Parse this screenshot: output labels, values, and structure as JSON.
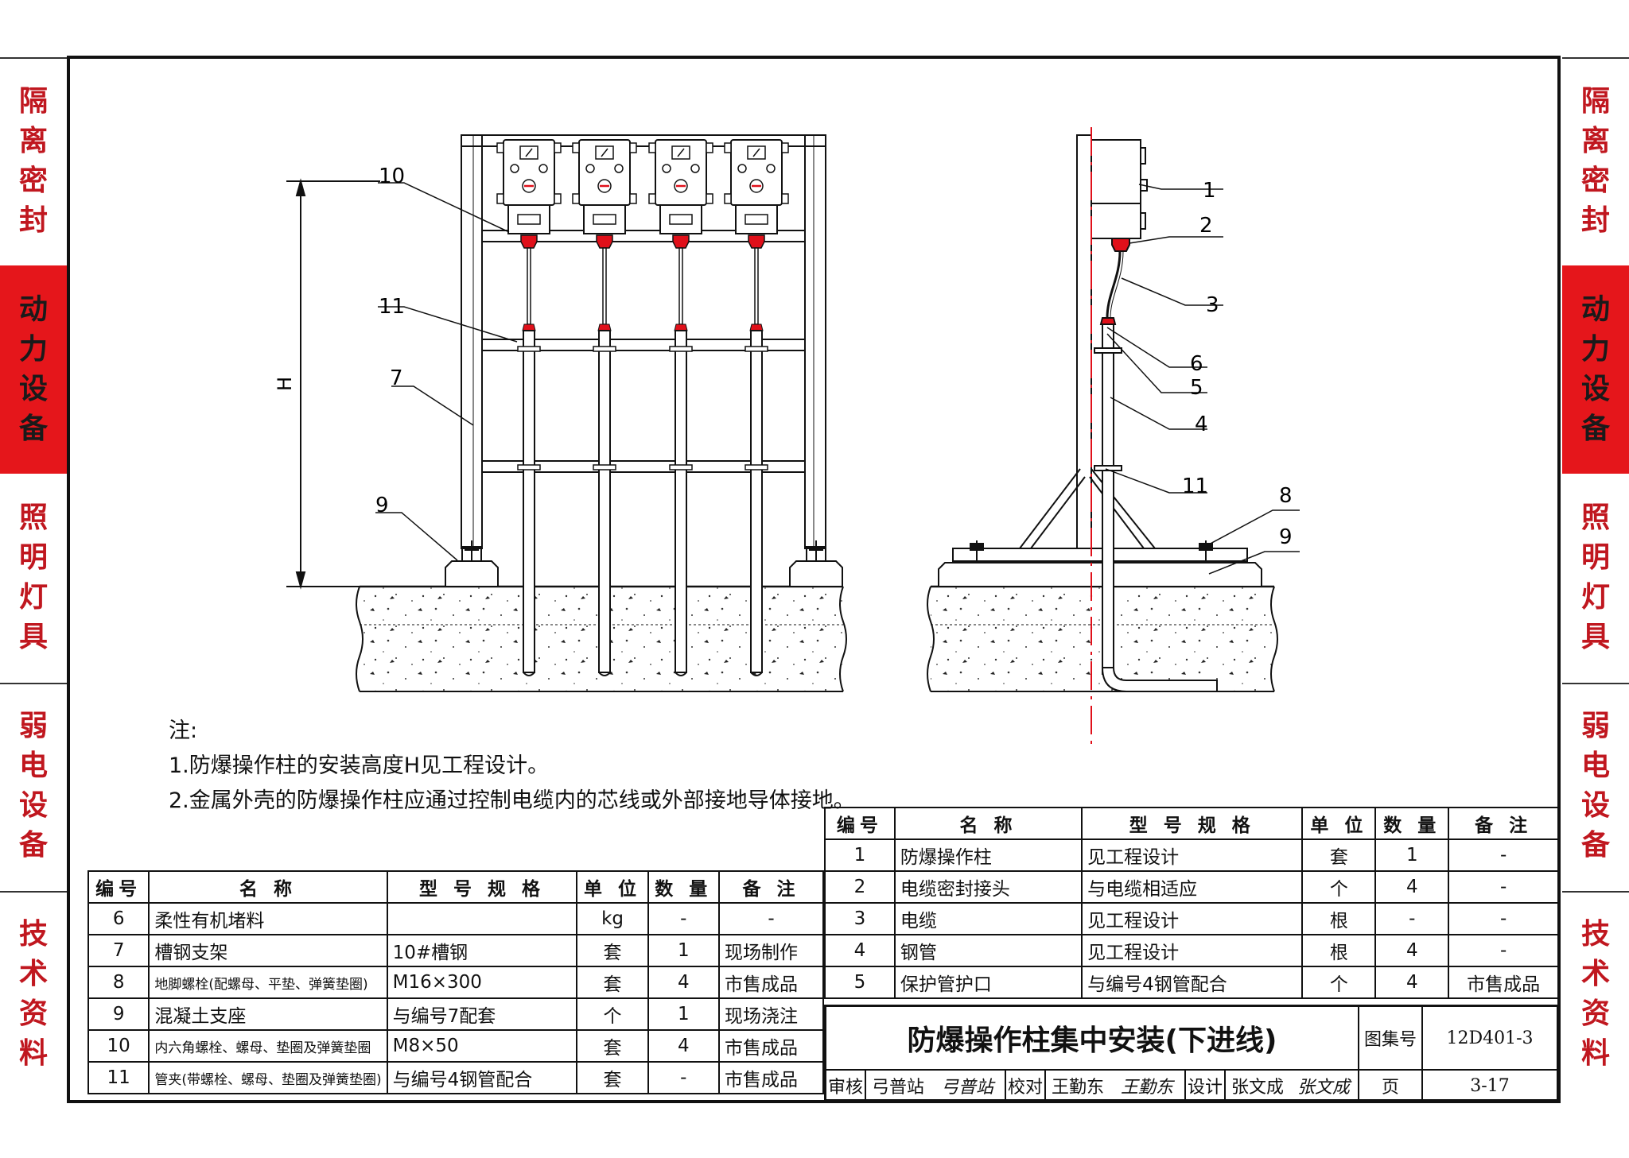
{
  "side_tabs": [
    {
      "chars": [
        "隔",
        "离",
        "密",
        "封"
      ],
      "highlight": false
    },
    {
      "chars": [
        "动",
        "力",
        "设",
        "备"
      ],
      "highlight": true
    },
    {
      "chars": [
        "照",
        "明",
        "灯",
        "具"
      ],
      "highlight": false
    },
    {
      "chars": [
        "弱",
        "电",
        "设",
        "备"
      ],
      "highlight": false
    },
    {
      "chars": [
        "技",
        "术",
        "资",
        "料"
      ],
      "highlight": false
    }
  ],
  "front_view": {
    "label_10": "10",
    "label_11": "11",
    "label_7": "7",
    "label_9": "9",
    "label_h": "H"
  },
  "side_view": {
    "label_1": "1",
    "label_2": "2",
    "label_3": "3",
    "label_6": "6",
    "label_5": "5",
    "label_4": "4",
    "label_11": "11",
    "label_8": "8",
    "label_9": "9"
  },
  "notes": {
    "heading": "注:",
    "line1": "1.防爆操作柱的安装高度H见工程设计。",
    "line2": "2.金属外壳的防爆操作柱应通过控制电缆内的芯线或外部接地导体接地。"
  },
  "table_left": {
    "headers": [
      "编号",
      "名 称",
      "型 号 规 格",
      "单 位",
      "数 量",
      "备 注"
    ],
    "rows": [
      [
        "6",
        "柔性有机堵料",
        "",
        "kg",
        "-",
        "-"
      ],
      [
        "7",
        "槽钢支架",
        "10#槽钢",
        "套",
        "1",
        "现场制作"
      ],
      [
        "8",
        "地脚螺栓(配螺母、平垫、弹簧垫圈)",
        "M16×300",
        "套",
        "4",
        "市售成品"
      ],
      [
        "9",
        "混凝土支座",
        "与编号7配套",
        "个",
        "1",
        "现场浇注"
      ],
      [
        "10",
        "内六角螺栓、螺母、垫圈及弹簧垫圈",
        "M8×50",
        "套",
        "4",
        "市售成品"
      ],
      [
        "11",
        "管夹(带螺栓、螺母、垫圈及弹簧垫圈)",
        "与编号4钢管配合",
        "套",
        "-",
        "市售成品"
      ]
    ]
  },
  "table_right": {
    "headers": [
      "编号",
      "名 称",
      "型 号 规 格",
      "单 位",
      "数 量",
      "备 注"
    ],
    "rows": [
      [
        "1",
        "防爆操作柱",
        "见工程设计",
        "套",
        "1",
        "-"
      ],
      [
        "2",
        "电缆密封接头",
        "与电缆相适应",
        "个",
        "4",
        "-"
      ],
      [
        "3",
        "电缆",
        "见工程设计",
        "根",
        "-",
        "-"
      ],
      [
        "4",
        "钢管",
        "见工程设计",
        "根",
        "4",
        "-"
      ],
      [
        "5",
        "保护管护口",
        "与编号4钢管配合",
        "个",
        "4",
        "市售成品"
      ]
    ]
  },
  "title_block": {
    "title": "防爆操作柱集中安装(下进线)",
    "atlas_label": "图集号",
    "atlas_no": "12D401-3",
    "review_label": "审核",
    "reviewer": "弓普站",
    "check_label": "校对",
    "checker": "王勤东",
    "design_label": "设计",
    "designer": "张文成",
    "page_label": "页",
    "page_no": "3-17"
  },
  "colors": {
    "red_tab": "#e5161b",
    "red_text": "#c0171f",
    "red_part": "#e0101a"
  }
}
